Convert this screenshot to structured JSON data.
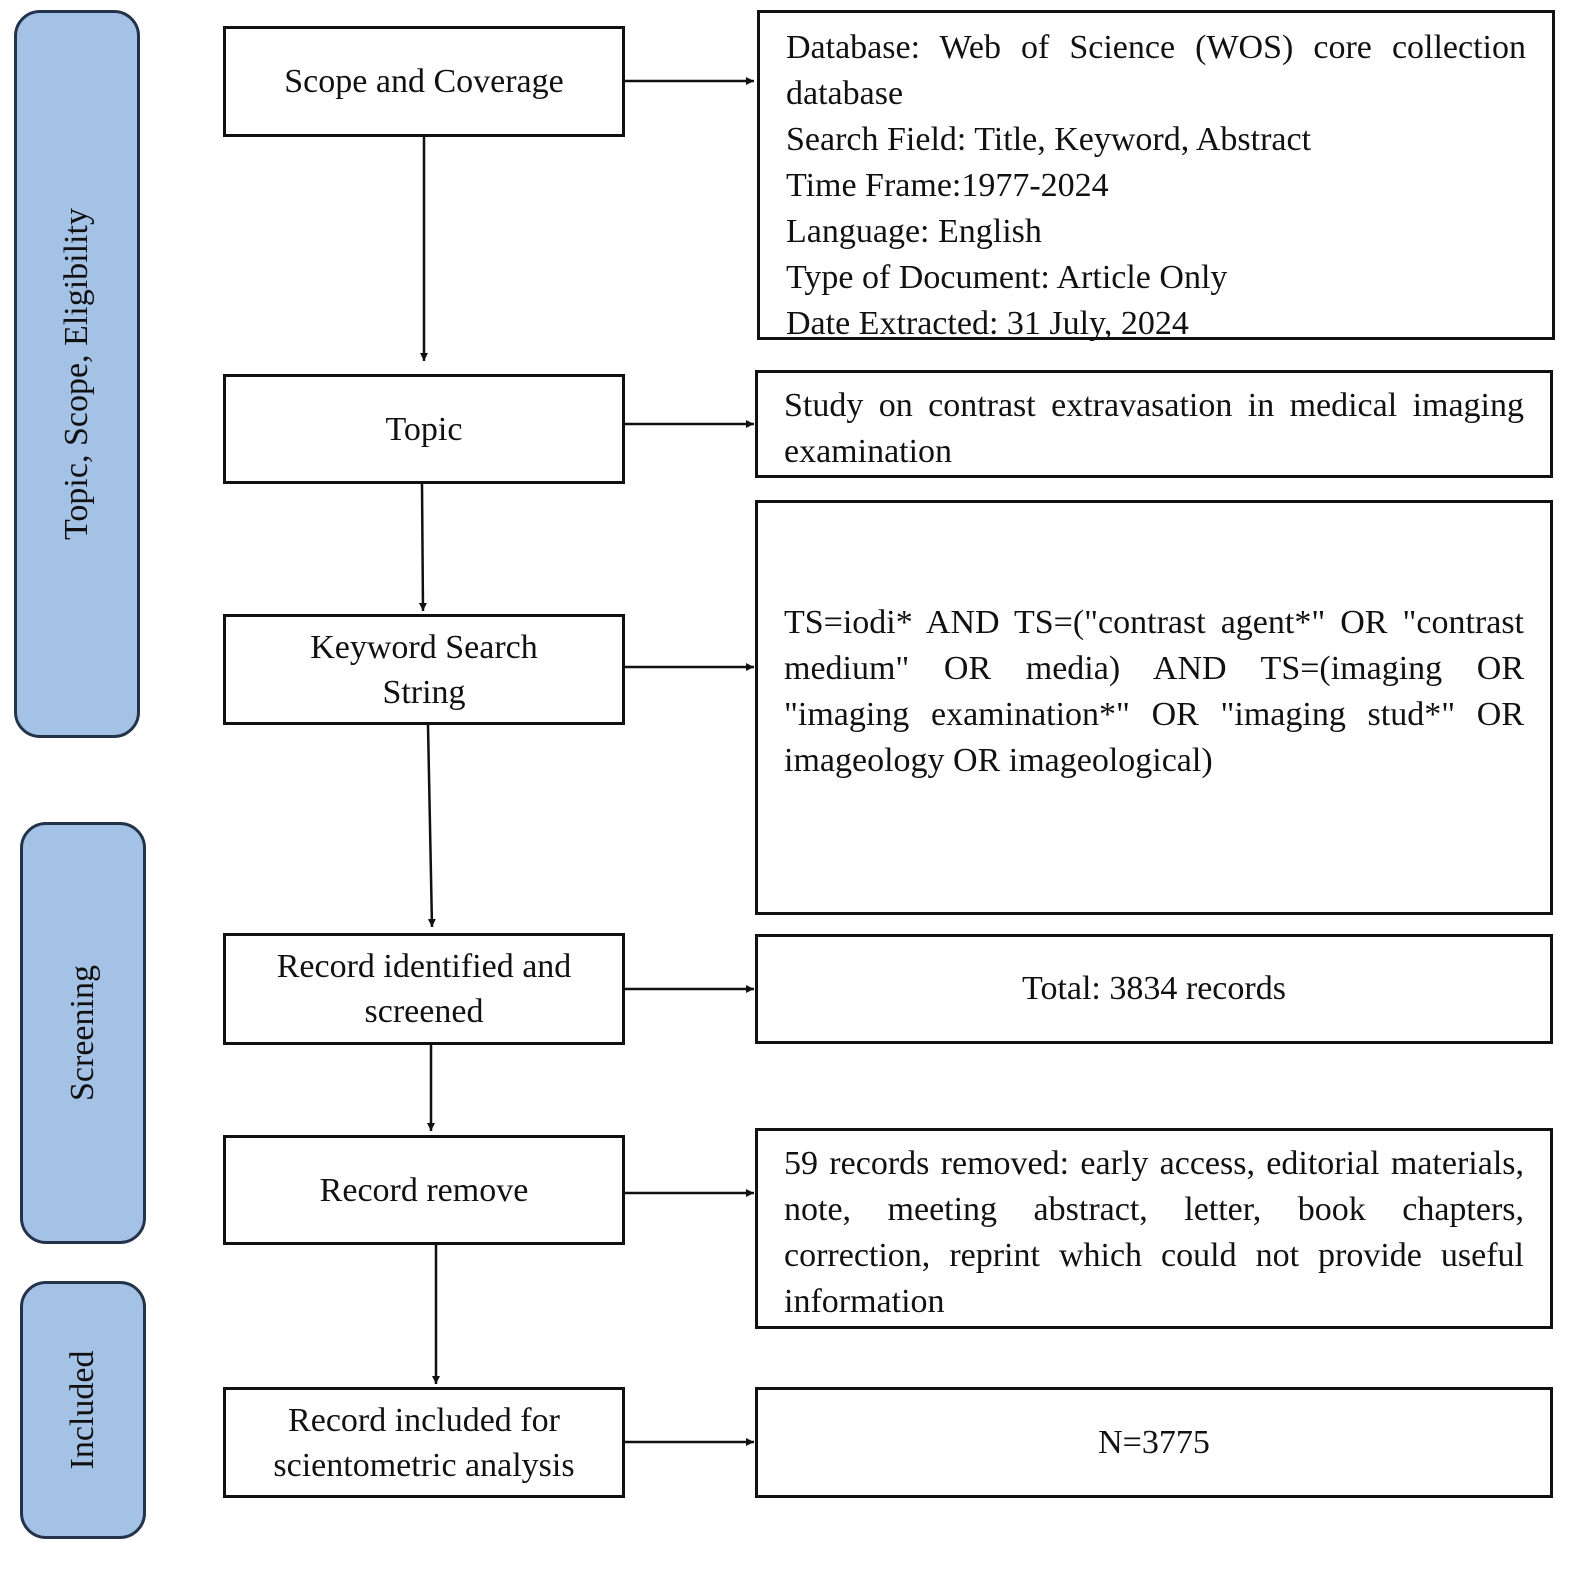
{
  "phases": [
    {
      "id": "topic",
      "label": "Topic, Scope, Eligibility"
    },
    {
      "id": "screening",
      "label": "Screening"
    },
    {
      "id": "included",
      "label": "Included"
    }
  ],
  "steps": {
    "scope": "Scope and Coverage",
    "topic": "Topic",
    "keyword": "Keyword Search String",
    "identified": "Record identified and screened",
    "remove": "Record remove",
    "included": "Record included for scientometric analysis"
  },
  "details": {
    "scope_first": "Database: Web of Science (WOS) core collection database",
    "scope_lines": [
      "Search Field: Title, Keyword, Abstract",
      "Time Frame:1977-2024",
      "Language: English",
      "Type of Document: Article Only",
      "Date Extracted: 31 July, 2024"
    ],
    "topic": "Study on contrast extravasation in medical imaging examination",
    "keyword": "TS=iodi* AND TS=(\"contrast agent*\" OR \"contrast medium\" OR media) AND TS=(imaging OR \"imaging examination*\" OR \"imaging stud*\" OR imageology OR imageological)",
    "identified": "Total: 3834 records",
    "remove": "59 records removed: early access, editorial materials, note, meeting abstract, letter, book chapters, correction, reprint which could not provide useful information",
    "included": "N=3775"
  },
  "colors": {
    "phase_fill": "#a4c2e6",
    "phase_border": "#24334a",
    "line": "#111111"
  }
}
